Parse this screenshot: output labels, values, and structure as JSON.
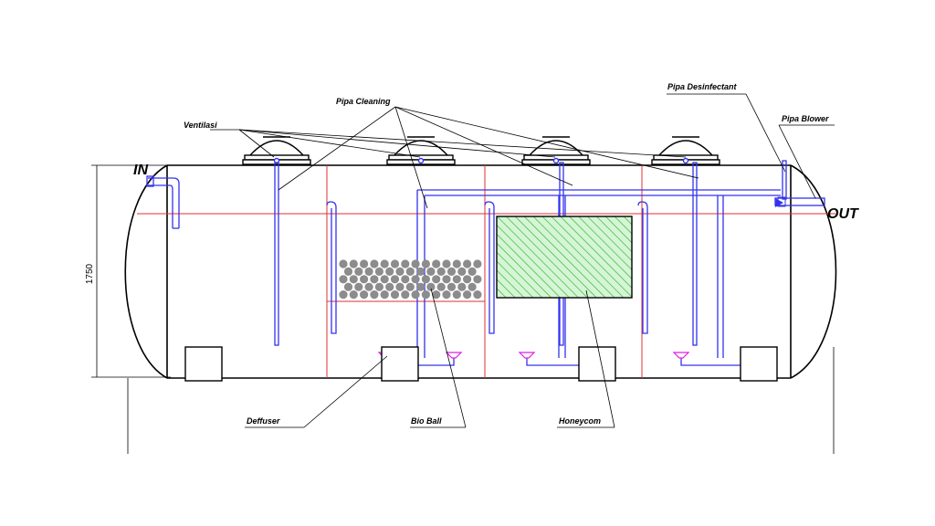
{
  "labels": {
    "inlet": "IN",
    "outlet": "OUT",
    "dimension": "1750",
    "pipa_cleaning": "Pipa Cleaning",
    "ventilasi": "Ventilasi",
    "pipa_desinfectant": "Pipa Desinfectant",
    "pipa_blower": "Pipa Blower",
    "deffuser": "Deffuser",
    "bio_ball": "Bio Ball",
    "honeycom": "Honeycom"
  },
  "colors": {
    "outline": "#000000",
    "pipe": "#3333ee",
    "partition": "#e03030",
    "diffuser": "#e020e0",
    "bioball": "#8c8c8c",
    "honeycomb_fill": "#d6f5d6",
    "honeycomb_hatch": "#33bb33"
  }
}
